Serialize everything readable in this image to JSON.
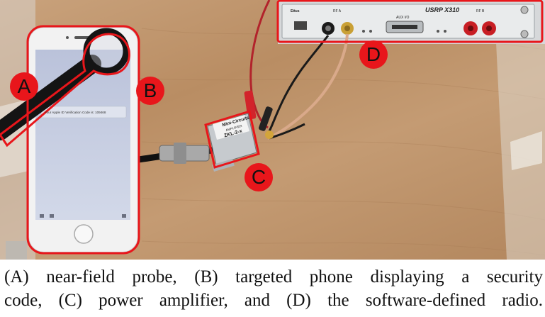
{
  "figure": {
    "labels": [
      "A",
      "B",
      "C",
      "D"
    ],
    "phone_screen_text": "Your Apple ID Verification Code is: 109468",
    "amplifier_brand": "Mini-Circuits",
    "amplifier_type": "AMPLIFIER",
    "amplifier_model": "ZKL-2-x",
    "sdr_model": "USRP X310",
    "sdr_brand": "Ettus",
    "sdr_port_rf_a": "RF A",
    "sdr_port_rf_b": "RF B",
    "sdr_port_aux": "AUX I/O"
  },
  "caption": {
    "line1": "(A) near-field probe, (B) targeted phone displaying a security",
    "line2": "code, (C) power amplifier, and (D)  the software-defined radio."
  },
  "colors": {
    "label_red": "#e8161b",
    "desk": "#c49b73",
    "phone_frame": "#f2f2f2",
    "screen": "#c8cfe3"
  }
}
